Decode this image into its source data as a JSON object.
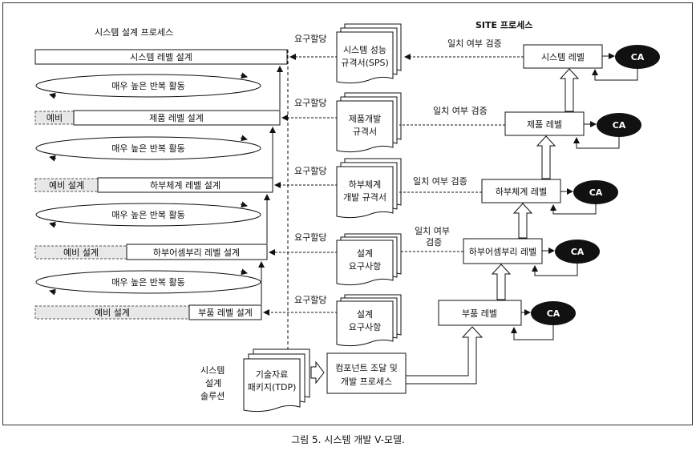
{
  "left_header": "시스템 설계 프로세스",
  "right_header": "SITE 프로세스",
  "design_levels": [
    {
      "prelim": "",
      "label": "시스템 레벨 설계"
    },
    {
      "prelim": "예비",
      "label": "제품 레벨 설계"
    },
    {
      "prelim": "예비 설계",
      "label": "하부체계 레벨 설계"
    },
    {
      "prelim": "예비 설계",
      "label": "하부어셈부리 레벨 설계"
    },
    {
      "prelim": "예비 설계",
      "label": "부품 레벨 설계"
    }
  ],
  "iteration_label": "매우 높은 반복 활동",
  "req_alloc": "요구할당",
  "docs": [
    {
      "line1": "시스템 성능",
      "line2": "규격서(SPS)"
    },
    {
      "line1": "제품개발",
      "line2": "규격서"
    },
    {
      "line1": "하부체계",
      "line2": "개발 규격서"
    },
    {
      "line1": "설계",
      "line2": "요구사항"
    },
    {
      "line1": "설계",
      "line2": "요구사항"
    }
  ],
  "verify": [
    {
      "line1": "일치 여부 검증",
      "line2": ""
    },
    {
      "line1": "일치 여부 검증",
      "line2": ""
    },
    {
      "line1": "일치 여부 검증",
      "line2": ""
    },
    {
      "line1": "일치 여부",
      "line2": "검증"
    }
  ],
  "site_levels": [
    "시스템 레벨",
    "제품 레벨",
    "하부체계 레벨",
    "하부어셈부리 레벨",
    "부품 레벨"
  ],
  "ca_label": "CA",
  "solution": {
    "line1": "시스템",
    "line2": "설계",
    "line3": "솔루션"
  },
  "tdp": {
    "line1": "기술자료",
    "line2": "패키지(TDP)"
  },
  "component": {
    "line1": "컴포넌트 조달 및",
    "line2": "개발 프로세스"
  },
  "caption": "그림 5. 시스템 개발 V-모델."
}
